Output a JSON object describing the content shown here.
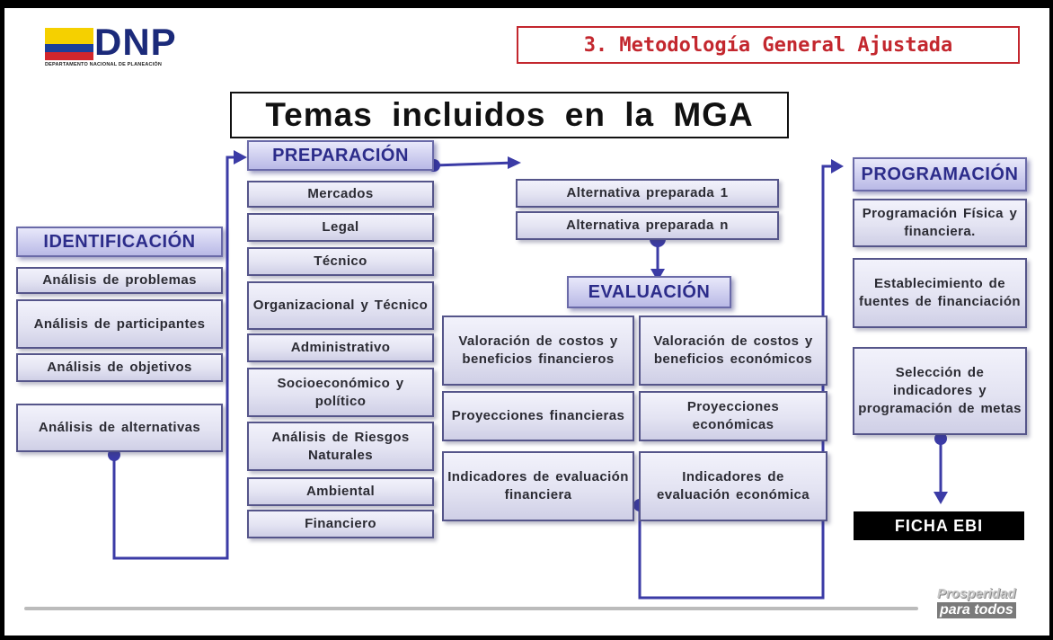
{
  "logo": {
    "name": "DNP",
    "subtitle": "DEPARTAMENTO NACIONAL DE PLANEACIÓN"
  },
  "section_title": "3. Metodología General Ajustada",
  "main_title": "Temas incluidos en la MGA",
  "identificacion": {
    "header": "IDENTIFICACIÓN",
    "items": [
      "Análisis de problemas",
      "Análisis de participantes",
      "Análisis de objetivos",
      "Análisis de alternativas"
    ]
  },
  "preparacion": {
    "header": "PREPARACIÓN",
    "items": [
      "Mercados",
      "Legal",
      "Técnico",
      "Organizacional y Técnico",
      "Administrativo",
      "Socioeconómico y político",
      "Análisis de Riesgos Naturales",
      "Ambiental",
      "Financiero"
    ]
  },
  "alternativas": [
    "Alternativa preparada 1",
    "Alternativa preparada n"
  ],
  "evaluacion": {
    "header": "EVALUACIÓN",
    "left": [
      "Valoración de costos y beneficios financieros",
      "Proyecciones financieras",
      "Indicadores de evaluación financiera"
    ],
    "right": [
      "Valoración de costos y beneficios económicos",
      "Proyecciones económicas",
      "Indicadores de evaluación económica"
    ]
  },
  "programacion": {
    "header": "PROGRAMACIÓN",
    "items": [
      "Programación Física y financiera.",
      "Establecimiento de fuentes de financiación",
      "Selección de indicadores y programación de metas"
    ]
  },
  "ficha": "FICHA EBI",
  "footer_logo": {
    "line1": "Prosperidad",
    "line2": "para todos"
  },
  "colors": {
    "connector": "#3b3ba6",
    "title_red": "#c3272e",
    "flag_yellow": "#f5d000",
    "flag_blue": "#1b3f9a",
    "flag_red": "#d2262c"
  }
}
